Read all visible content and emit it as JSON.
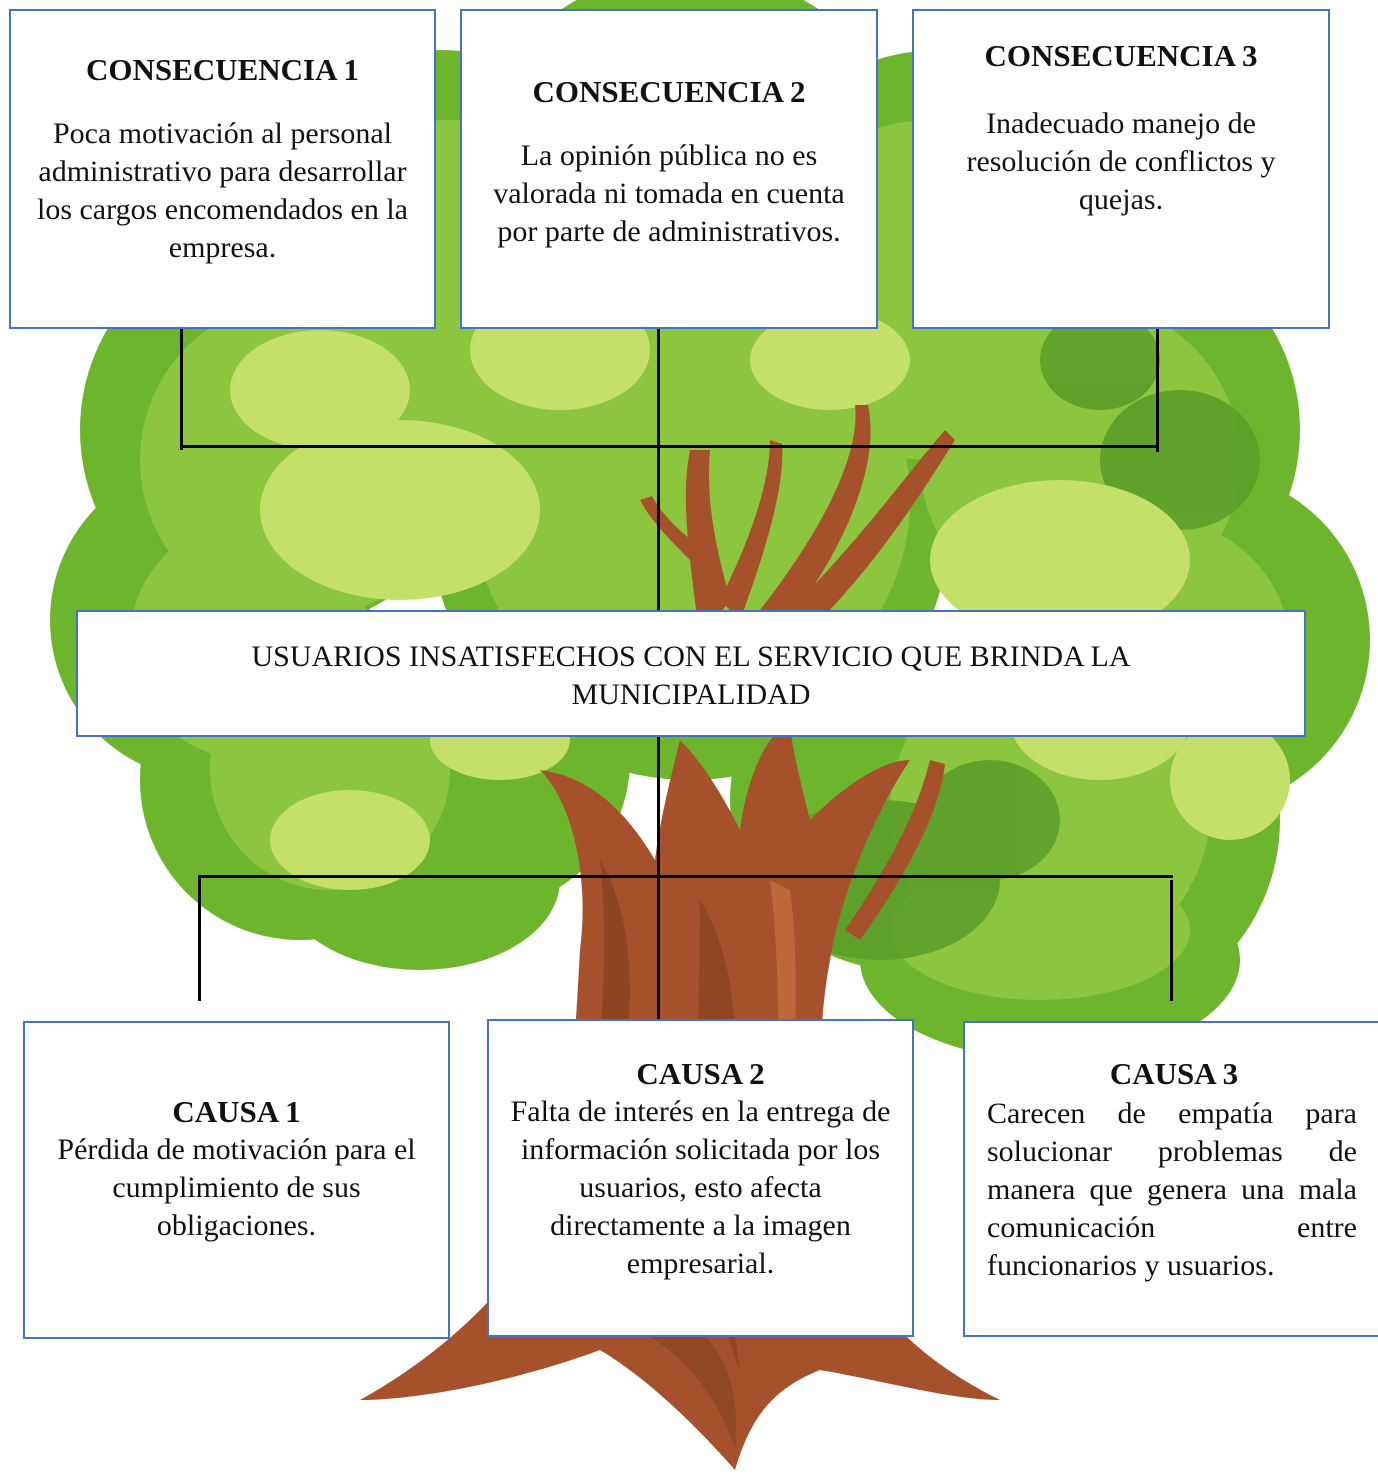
{
  "consequences": [
    {
      "title": "CONSECUENCIA 1",
      "text": "Poca motivación al personal administrativo para desarrollar los cargos encomendados en la empresa."
    },
    {
      "title": "CONSECUENCIA 2",
      "text": "La opinión pública no es valorada ni tomada en cuenta por parte de administrativos."
    },
    {
      "title": "CONSECUENCIA 3",
      "text": "Inadecuado manejo de resolución de conflictos y quejas."
    }
  ],
  "problem": {
    "text": "USUARIOS INSATISFECHOS CON EL SERVICIO QUE BRINDA LA MUNICIPALIDAD"
  },
  "causes": [
    {
      "title": "CAUSA 1",
      "text": "Pérdida de motivación para el cumplimiento de sus obligaciones."
    },
    {
      "title": "CAUSA 2",
      "text": "Falta de interés en la entrega de información solicitada por los usuarios, esto afecta directamente a la imagen empresarial."
    },
    {
      "title": "CAUSA 3",
      "text": "Carecen de empatía para solucionar problemas de manera que genera una mala comunicación entre funcionarios y usuarios."
    }
  ],
  "colors": {
    "box_border": "#4472c4",
    "foliage_dark": "#6cb52d",
    "foliage_light": "#c4e06a",
    "trunk": "#a5512c"
  }
}
